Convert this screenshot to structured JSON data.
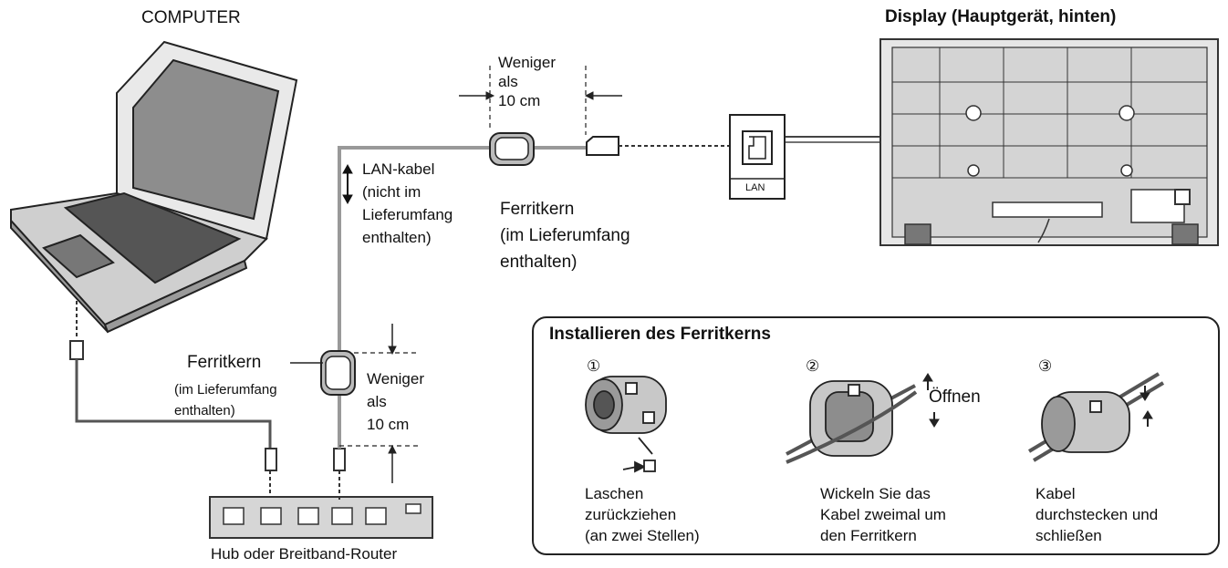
{
  "labels": {
    "computer": "COMPUTER",
    "display": "Display (Hauptgerät, hinten)",
    "lan_port": "LAN",
    "hub": "Hub oder Breitband-Router",
    "lan_cable": [
      "LAN-kabel",
      "(nicht im",
      "Lieferumfang",
      "enthalten)"
    ],
    "dist_top": [
      "Weniger",
      "als",
      "10 cm"
    ],
    "dist_left": [
      "Weniger",
      "als",
      "10 cm"
    ],
    "ferrite_top": [
      "Ferritkern",
      "(im Lieferumfang",
      "enthalten)"
    ],
    "ferrite_left_title": "Ferritkern",
    "ferrite_left_sub": [
      "(im Lieferumfang",
      "enthalten)"
    ]
  },
  "install": {
    "title": "Installieren des Ferritkerns",
    "steps": [
      {
        "number": "①",
        "text": [
          "Laschen",
          "zurückziehen",
          "(an zwei Stellen)"
        ]
      },
      {
        "number": "②",
        "text": [
          "Wickeln Sie das",
          "Kabel zweimal um",
          "den Ferritkern"
        ],
        "callout": "Öffnen"
      },
      {
        "number": "③",
        "text": [
          "Kabel",
          "durchstecken und",
          "schließen"
        ]
      }
    ]
  }
}
